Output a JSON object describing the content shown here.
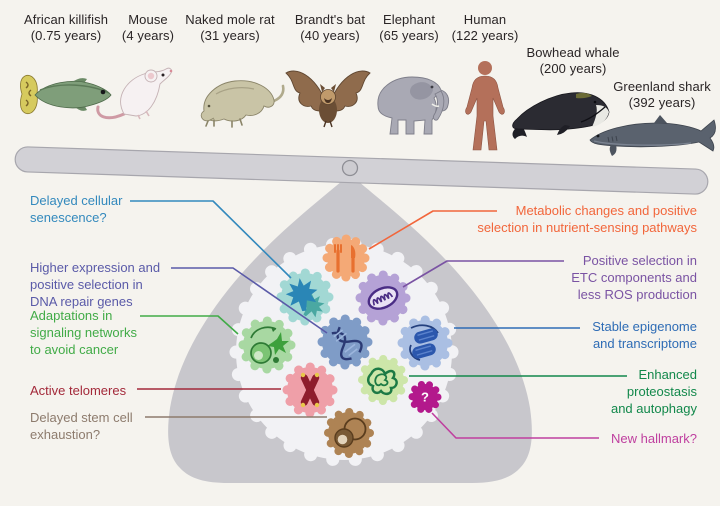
{
  "figure": {
    "description": "Balance diagram of long-lived species and hallmarks of longevity",
    "background_color": "#f5f3ee",
    "beam_color": "#d2d1d6",
    "pan_color": "#c8c7cc",
    "hub_color": "#f2f2f5"
  },
  "animals": [
    {
      "name": "African killifish",
      "lifespan": "(0.75 years)",
      "icon": "killifish-icon"
    },
    {
      "name": "Mouse",
      "lifespan": "(4 years)",
      "icon": "mouse-icon"
    },
    {
      "name": "Naked mole rat",
      "lifespan": "(31 years)",
      "icon": "naked-mole-rat-icon"
    },
    {
      "name": "Brandt's bat",
      "lifespan": "(40 years)",
      "icon": "bat-icon"
    },
    {
      "name": "Elephant",
      "lifespan": "(65 years)",
      "icon": "elephant-icon"
    },
    {
      "name": "Human",
      "lifespan": "(122 years)",
      "icon": "human-icon"
    },
    {
      "name": "Bowhead whale",
      "lifespan": "(200 years)",
      "icon": "bowhead-whale-icon"
    },
    {
      "name": "Greenland shark",
      "lifespan": "(392 years)",
      "icon": "greenland-shark-icon"
    }
  ],
  "hallmarks_left": [
    {
      "text": "Delayed cellular\nsenescence?",
      "color": "#3389bd"
    },
    {
      "text": "Higher expression and\npositive selection in\nDNA repair genes",
      "color": "#5a5aa8"
    },
    {
      "text": "Adaptations in\nsignaling networks\nto avoid cancer",
      "color": "#41ab47"
    },
    {
      "text": "Active telomeres",
      "color": "#a3293a"
    },
    {
      "text": "Delayed stem cell\nexhaustion?",
      "color": "#8d7b6d"
    }
  ],
  "hallmarks_right": [
    {
      "text": "Metabolic changes and positive\nselection in nutrient-sensing pathways",
      "color": "#f2663b"
    },
    {
      "text": "Positive selection in\nETC components and\nless ROS production",
      "color": "#7a53a3"
    },
    {
      "text": "Stable epigenome\nand transcriptome",
      "color": "#2e6cb5"
    },
    {
      "text": "Enhanced\nproteostasis\nand autophagy",
      "color": "#12884b"
    },
    {
      "text": "New hallmark?",
      "color": "#bf3f9f"
    }
  ],
  "gears": [
    {
      "name": "nutrient-sensing",
      "color": "#f4a976",
      "icon": "fork-knife-icon"
    },
    {
      "name": "cellular-senescence",
      "color": "#a2d8d4",
      "icon": "maple-leaf-icon"
    },
    {
      "name": "mitochondria-ros",
      "color": "#b5a2d6",
      "icon": "mitochondrion-icon"
    },
    {
      "name": "cancer-signaling",
      "color": "#a8d8a2",
      "icon": "cell-signaling-icon"
    },
    {
      "name": "dna-repair",
      "color": "#7f9cc7",
      "icon": "dna-helix-icon"
    },
    {
      "name": "stable-epigenome",
      "color": "#aabfe3",
      "icon": "histones-icon"
    },
    {
      "name": "telomeres",
      "color": "#ef9fa8",
      "icon": "chromosome-icon"
    },
    {
      "name": "proteostasis",
      "color": "#cde6a9",
      "icon": "protein-icon"
    },
    {
      "name": "new-hallmark",
      "color": "#b3198c",
      "icon": "question-mark-icon",
      "label": "?"
    },
    {
      "name": "stem-cells",
      "color": "#ae8354",
      "icon": "stem-cell-icon"
    }
  ]
}
